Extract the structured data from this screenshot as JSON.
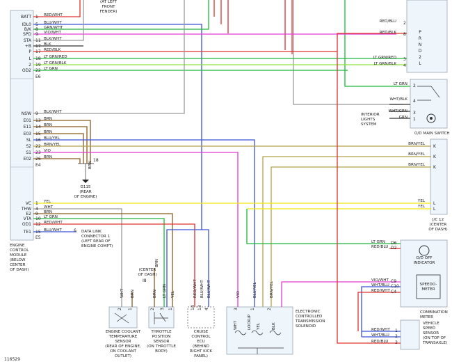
{
  "diagram": {
    "figure_id": "116529",
    "ecm": {
      "pins": [
        {
          "name": "BATT",
          "pin": "1",
          "wire": "RED/WHT"
        },
        {
          "name": "IDL0",
          "pin": "5",
          "wire": "BLU/WHT"
        },
        {
          "name": "B/K",
          "pin": "8",
          "wire": "GRN/WHT"
        },
        {
          "name": "SPD",
          "pin": "9",
          "wire": "VIO/WHT"
        },
        {
          "name": "STA",
          "pin": "11",
          "wire": "BLK/WHT"
        },
        {
          "name": "+B",
          "pin": "17",
          "wire": "BLK"
        },
        {
          "name": "P",
          "pin": "17",
          "wire": "RED/BLK"
        },
        {
          "name": "L",
          "pin": "18",
          "wire": "LT GRN/RED"
        },
        {
          "name": "2",
          "pin": "19",
          "wire": "LT GRN/BLK"
        },
        {
          "name": "OD2",
          "pin": "22",
          "wire": "LT GRN"
        },
        {
          "name": "",
          "pin": "E6",
          "wire": ""
        },
        {
          "name": "NSW",
          "pin": "9",
          "wire": "BLK/WHT"
        },
        {
          "name": "E01",
          "pin": "13",
          "wire": "BRN"
        },
        {
          "name": "E11",
          "pin": "14",
          "wire": "BRN"
        },
        {
          "name": "E03",
          "pin": "15",
          "wire": "BRN"
        },
        {
          "name": "SL",
          "pin": "16",
          "wire": "BLU/YEL"
        },
        {
          "name": "S2",
          "pin": "22",
          "wire": "BRN/YEL"
        },
        {
          "name": "S1",
          "pin": "23",
          "wire": "VIO"
        },
        {
          "name": "E02",
          "pin": "26",
          "wire": "BRN"
        },
        {
          "name": "",
          "pin": "E4",
          "wire": ""
        },
        {
          "name": "VC",
          "pin": "1",
          "wire": "YEL"
        },
        {
          "name": "THW",
          "pin": "4",
          "wire": "WHT"
        },
        {
          "name": "E2",
          "pin": "9",
          "wire": "BRN"
        },
        {
          "name": "VTA",
          "pin": "10",
          "wire": "LT GRN"
        },
        {
          "name": "OD1",
          "pin": "12",
          "wire": "RED/WHT"
        },
        {
          "name": "TE1",
          "pin": "15",
          "wire": "BLU/WHT"
        },
        {
          "name": "",
          "pin": "E5",
          "wire": ""
        }
      ],
      "label": [
        "ENGINE",
        "CONTROL",
        "MODULE",
        "(BELOW",
        "CENTER",
        "OF DASH)"
      ]
    },
    "fender_note": [
      "(AT LEFT",
      "FRONT",
      "FENDER)"
    ],
    "ground_g115": {
      "wire": "BRN",
      "pin": "18",
      "label": [
        "G115",
        "(REAR",
        "OF ENGINE)"
      ]
    },
    "data_link": {
      "pin": "6",
      "label": [
        "DATA LINK",
        "CONNECTOR 1",
        "(LEFT REAR OF",
        "ENGINE COMPT)"
      ]
    },
    "park_neutral": {
      "wires": [
        {
          "wire": "RED/BLU",
          "pin": "2"
        },
        {
          "wire": "RED/BLK",
          "pin": "8"
        },
        {
          "wire": "LT GRN/RED",
          "pin": "3"
        },
        {
          "wire": "LT GRN/BLK",
          "pin": "4"
        }
      ],
      "positions": [
        "P",
        "R",
        "N",
        "D",
        "2",
        "L"
      ]
    },
    "od_switch": {
      "wires": [
        {
          "wire": "LT GRN",
          "pin": "2"
        },
        {
          "wire": "WHT/BLK",
          "pin": "4"
        },
        {
          "wire": "WHT/GRN",
          "pin": "3"
        },
        {
          "wire": "GRN",
          "pin": "1"
        }
      ],
      "lights_label": [
        "INTERIOR",
        "LIGHTS",
        "SYSTEM"
      ],
      "label": "O/D MAIN SWITCH"
    },
    "jc12": {
      "wires": [
        {
          "wire": "BRN/YEL",
          "pin": "K"
        },
        {
          "wire": "BRN/YEL",
          "pin": "K"
        },
        {
          "wire": "BRN/YEL",
          "pin": "K"
        },
        {
          "wire": "YEL",
          "pin": "L"
        },
        {
          "wire": "YEL",
          "pin": "L"
        }
      ],
      "label": [
        "J/C 12",
        "(CENTER",
        "OF DASH)"
      ]
    },
    "meter": {
      "wires": [
        {
          "wire": "LT GRN",
          "pin": "D6"
        },
        {
          "wire": "RED/BLU",
          "pin": "D2"
        },
        {
          "wire": "VIO/WHT",
          "pin": "C9"
        },
        {
          "wire": "WHT/BLU",
          "pin": "C10"
        },
        {
          "wire": "RED/WHT",
          "pin": "C4"
        }
      ],
      "od_off": [
        "O/D OFF",
        "INDICATOR"
      ],
      "speedo": [
        "SPEEDO-",
        "METER"
      ],
      "label": [
        "COMBINATION",
        "METER"
      ]
    },
    "vss": {
      "wires": [
        {
          "wire": "RED/WHT",
          "pin": "1"
        },
        {
          "wire": "WHT/BLU",
          "pin": "2"
        },
        {
          "wire": "RED/BLU",
          "pin": "3"
        }
      ],
      "label": [
        "VEHICLE",
        "SPEED",
        "SENSOR",
        "(ON TOP OF",
        "TRANSAXLE)"
      ]
    },
    "dash_note": {
      "label": [
        "(CENTER",
        "OF DASH)"
      ],
      "pin": "I8",
      "wire": "BRN"
    },
    "ect": {
      "wires": [
        {
          "wire": "WHT",
          "pin": "2"
        },
        {
          "wire": "BRN",
          "pin": "1"
        }
      ],
      "label": [
        "ENGINE COOLANT",
        "TEMPERATURE",
        "SENSOR",
        "(REAR OF ENGINE,",
        "ON COOLANT",
        "OUTLET)"
      ]
    },
    "tps": {
      "wires": [
        {
          "wire": "BRN",
          "pin": "2"
        },
        {
          "wire": "LT GRN",
          "pin": "3"
        },
        {
          "wire": "YEL",
          "pin": "1"
        }
      ],
      "label": [
        "THROTTLE",
        "POSITION",
        "SENSOR",
        "(ON THROTTLE",
        "BODY)"
      ]
    },
    "cruise": {
      "wires": [
        {
          "wire": "RED/WHT",
          "pin": "14"
        },
        {
          "wire": "BLU/WHT",
          "pin": "13"
        },
        {
          "wire": "BLU/WHT",
          "pin": "4"
        }
      ],
      "label": [
        "CRUISE",
        "CONTROL",
        "ECU",
        "(BEHIND",
        "RIGHT KICK",
        "PANEL)"
      ]
    },
    "solenoid": {
      "wires": [
        {
          "wire": "VIO",
          "pin": "3"
        },
        {
          "wire": "BLU/YEL",
          "pin": "1"
        },
        {
          "wire": "BRN/YEL",
          "pin": "2"
        }
      ],
      "inner": [
        "WHT",
        "LOCKUP",
        "YEL",
        "BLK"
      ],
      "label": [
        "ELECTRONIC",
        "CONTROLLED",
        "TRANSMISSION",
        "SOLENOID"
      ]
    },
    "colors": {
      "red": "#e0302e",
      "blue": "#3a52d8",
      "green": "#1cb83a",
      "lime": "#8ee03a",
      "violet": "#e23ad6",
      "olive": "#b3a24a",
      "yellow": "#f0e60a",
      "brown": "#8a5a1e",
      "gray": "#9a9a9a",
      "black": "#333333",
      "panel": "#eef5fb"
    }
  }
}
